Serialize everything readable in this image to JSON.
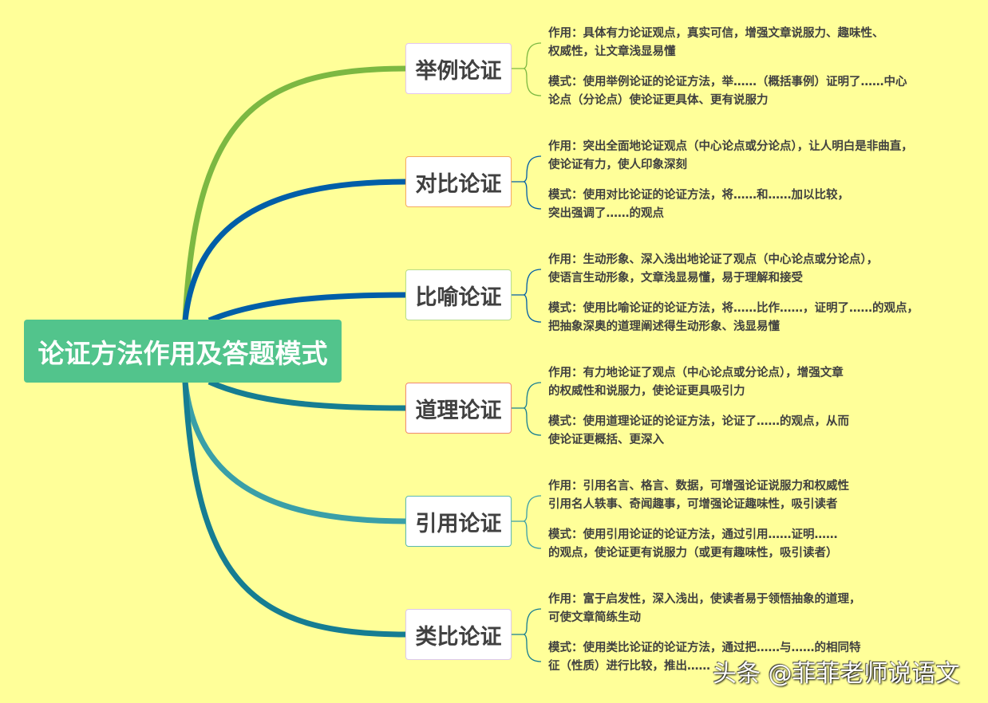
{
  "root": {
    "title": "论证方法作用及答题模式",
    "color": "#52c48c"
  },
  "branches": [
    {
      "label": "举例论证",
      "line_color": "#7cb842",
      "border_color": "#e3c6ee",
      "effect": [
        "作用：具体有力论证观点，真实可信，增强文章说服力、趣味性、",
        "权威性，让文章浅显易懂"
      ],
      "pattern": [
        "模式：使用举例论证的论证方法，举……（概括事例）证明了……中心",
        "论点（分论点）使论证更具体、更有说服力"
      ]
    },
    {
      "label": "对比论证",
      "line_color": "#005ea8",
      "border_color": "#f5a860",
      "effect": [
        "作用：突出全面地论证观点（中心论点或分论点），让人明白是非曲直，",
        "使论证有力，使人印象深刻"
      ],
      "pattern": [
        "模式：使用对比论证的论证方法，将……和……加以比较，",
        "突出强调了……的观点"
      ]
    },
    {
      "label": "比喻论证",
      "line_color": "#005ea8",
      "border_color": "#b8dc88",
      "effect": [
        "作用：生动形象、深入浅出地论证了观点（中心论点或分论点），",
        "使语言生动形象，文章浅显易懂，易于理解和接受"
      ],
      "pattern": [
        "模式：使用比喻论证的论证方法，将……比作……，证明了……的观点，",
        "把抽象深奥的道理阐述得生动形象、浅显易懂"
      ]
    },
    {
      "label": "道理论证",
      "line_color": "#167d92",
      "border_color": "#f08870",
      "effect": [
        "作用：有力地论证了观点（中心论点或分论点），增强文章",
        "的权威性和说服力，使论证更具吸引力"
      ],
      "pattern": [
        "模式：使用道理论证的论证方法，论证了……的观点，从而",
        "使论证更概括、更深入"
      ]
    },
    {
      "label": "引用论证",
      "line_color": "#3a9fa8",
      "border_color": "#5ab8b0",
      "effect": [
        "作用：引用名言、格言、数据，可增强论证说服力和权威性",
        "引用名人轶事、奇闻趣事，可增强论证趣味性，吸引读者"
      ],
      "pattern": [
        "模式：使用引用论证的论证方法，通过引用……证明……",
        "的观点，使论证更有说服力（或更有趣味性，吸引读者）"
      ]
    },
    {
      "label": "类比论证",
      "line_color": "#167d92",
      "border_color": "#dcc8ec",
      "effect": [
        "作用：富于启发性，深入浅出，使读者易于领悟抽象的道理，",
        "可使文章简练生动"
      ],
      "pattern": [
        "模式：使用类比论证的论证方法，通过把……与……的相同特",
        "征（性质）进行比较，推出……"
      ]
    }
  ],
  "watermark": "头条 @菲菲老师说语文"
}
